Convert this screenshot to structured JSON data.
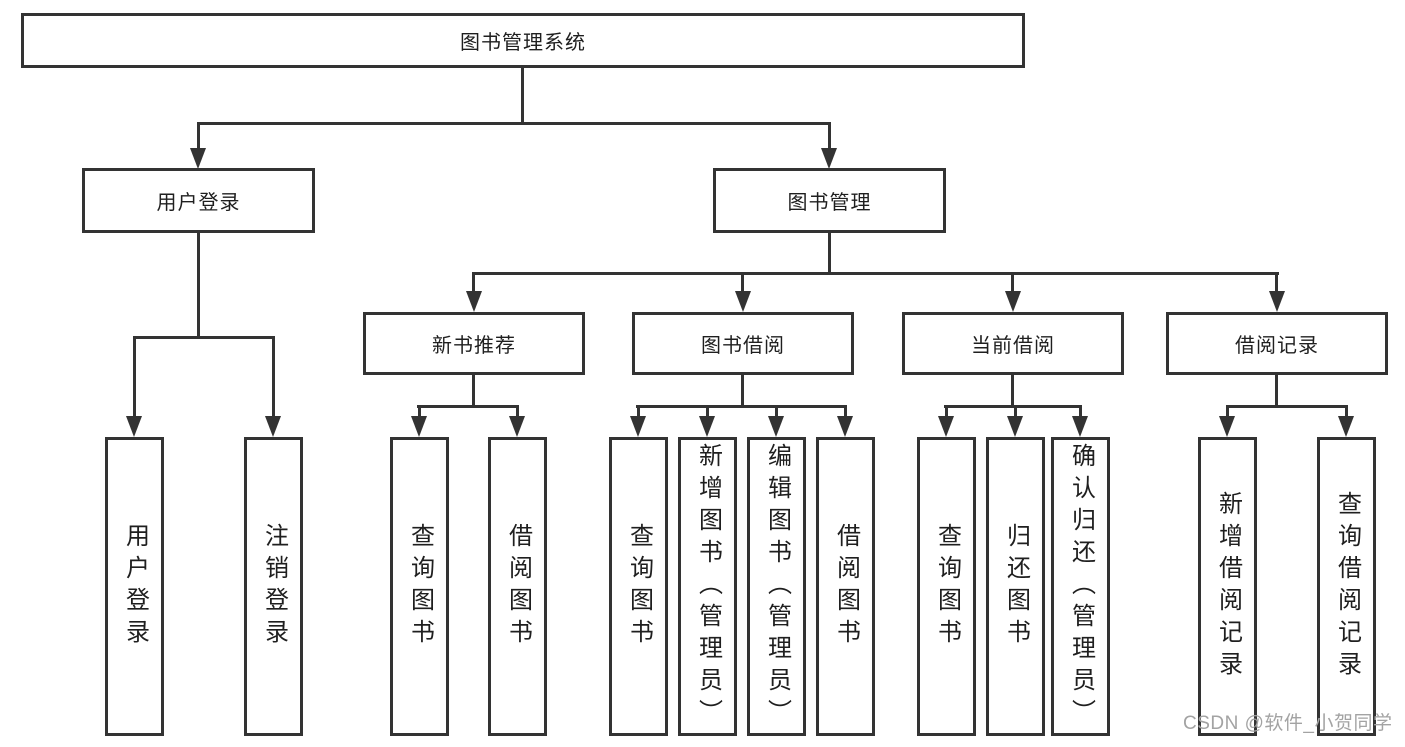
{
  "diagram": {
    "root_label": "图书管理系统",
    "level2": [
      {
        "label": "用户登录",
        "leaves": [
          "用户登录",
          "注销登录"
        ]
      },
      {
        "label": "图书管理",
        "groups": [
          {
            "label": "新书推荐",
            "leaves": [
              "查询图书",
              "借阅图书"
            ]
          },
          {
            "label": "图书借阅",
            "leaves": [
              "查询图书",
              "新增图书（管理员）",
              "编辑图书（管理员）",
              "借阅图书"
            ]
          },
          {
            "label": "当前借阅",
            "leaves": [
              "查询图书",
              "归还图书",
              "确认归还（管理员）"
            ]
          },
          {
            "label": "借阅记录",
            "leaves": [
              "新增借阅记录",
              "查询借阅记录"
            ]
          }
        ]
      }
    ]
  },
  "watermark": "CSDN @软件_小贺同学",
  "colors": {
    "line": "#333333",
    "box_border": "#333333",
    "text": "#1f1f1f",
    "watermark_text": "#a3a3a3",
    "background": "#ffffff"
  }
}
